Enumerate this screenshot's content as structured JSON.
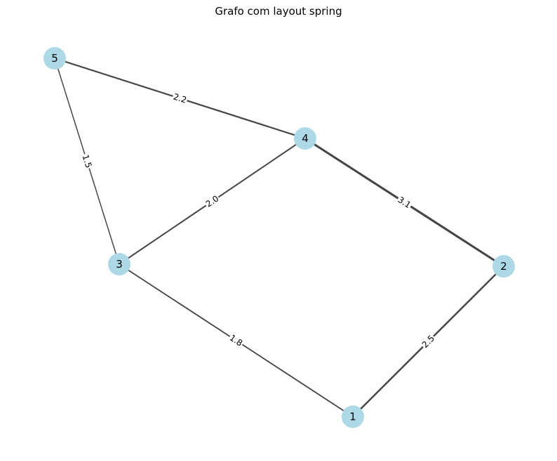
{
  "title": "Grafo com layout spring",
  "colors": {
    "node_fill": "#add8e6",
    "edge_stroke": "#464646",
    "background": "#ffffff"
  },
  "nodes": [
    {
      "id": "1",
      "label": "1"
    },
    {
      "id": "2",
      "label": "2"
    },
    {
      "id": "3",
      "label": "3"
    },
    {
      "id": "4",
      "label": "4"
    },
    {
      "id": "5",
      "label": "5"
    }
  ],
  "edges": [
    {
      "source": "5",
      "target": "4",
      "weight": 2.2,
      "label": "2.2"
    },
    {
      "source": "5",
      "target": "3",
      "weight": 1.5,
      "label": "1.5"
    },
    {
      "source": "4",
      "target": "3",
      "weight": 2.0,
      "label": "2.0"
    },
    {
      "source": "4",
      "target": "2",
      "weight": 3.1,
      "label": "3.1"
    },
    {
      "source": "3",
      "target": "1",
      "weight": 1.8,
      "label": "1.8"
    },
    {
      "source": "2",
      "target": "1",
      "weight": 2.5,
      "label": "2.5"
    }
  ]
}
